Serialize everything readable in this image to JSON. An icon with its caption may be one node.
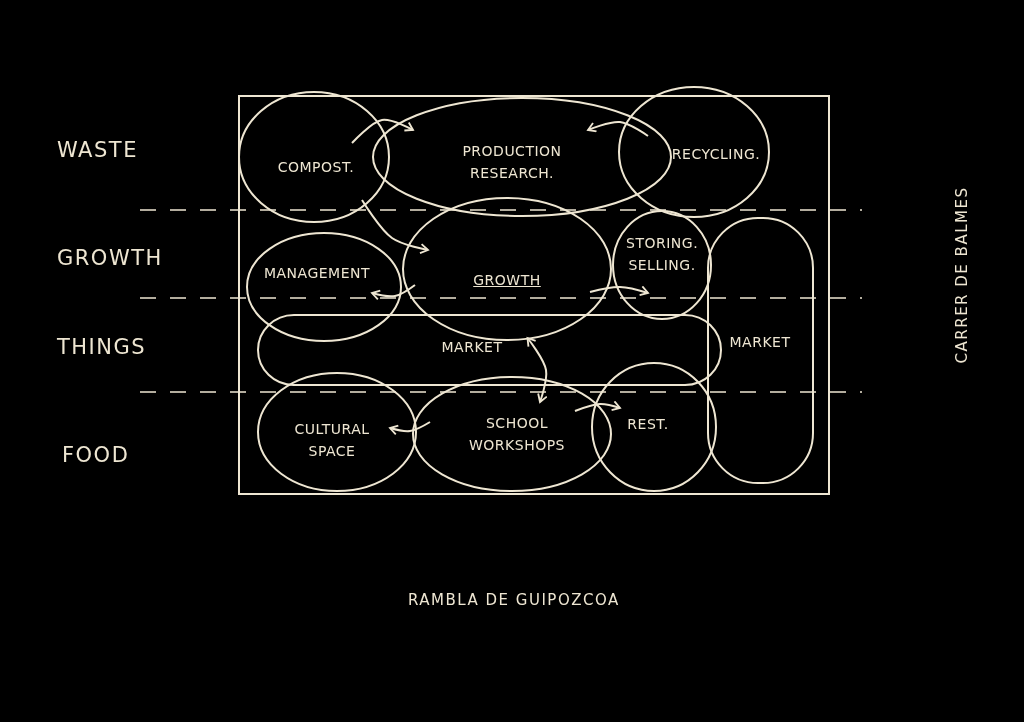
{
  "diagram": {
    "nodes": [
      {
        "text": [],
        "shape": "box"
      },
      {
        "text": [
          "COMPOST."
        ],
        "in": 0
      },
      {
        "text": [
          "PRODUCTION RESEARCH."
        ],
        "in": 0
      },
      {
        "text": [
          "RECYCLING."
        ],
        "in": 0
      },
      {
        "text": [
          "MANAGEMENT"
        ],
        "in": 0
      },
      {
        "text": [
          "GROWTH"
        ],
        "in": 0
      },
      {
        "text": [
          "STORING. SELLING."
        ],
        "in": 0
      },
      {
        "text": [
          "MARKET"
        ],
        "in": 0
      },
      {
        "text": [
          "MARKET"
        ],
        "in": 0
      },
      {
        "text": [
          "CULTURAL SPACE"
        ],
        "in": 0
      },
      {
        "text": [
          "SCHOOL WORKSHOPS"
        ],
        "in": 0
      },
      {
        "text": [
          "REST."
        ],
        "in": 0
      }
    ],
    "edges": [
      {
        "from": 1,
        "to": 2,
        "arrow": "to"
      },
      {
        "from": 3,
        "to": 2,
        "arrow": "to"
      },
      {
        "from": 1,
        "to": 5,
        "arrow": "to"
      },
      {
        "from": 5,
        "to": 4,
        "arrow": "to"
      },
      {
        "from": 5,
        "to": 6,
        "arrow": "to"
      },
      {
        "from": 7,
        "to": 10,
        "arrow": "both"
      },
      {
        "from": 10,
        "to": 9,
        "arrow": "to"
      },
      {
        "from": 10,
        "to": 11,
        "arrow": "to"
      }
    ],
    "labels": [
      "WASTE",
      "GROWTH",
      "THINGS",
      "FOOD",
      "CARRER DE BALMES",
      "RAMBLA DE GUIPOZCOA"
    ]
  }
}
